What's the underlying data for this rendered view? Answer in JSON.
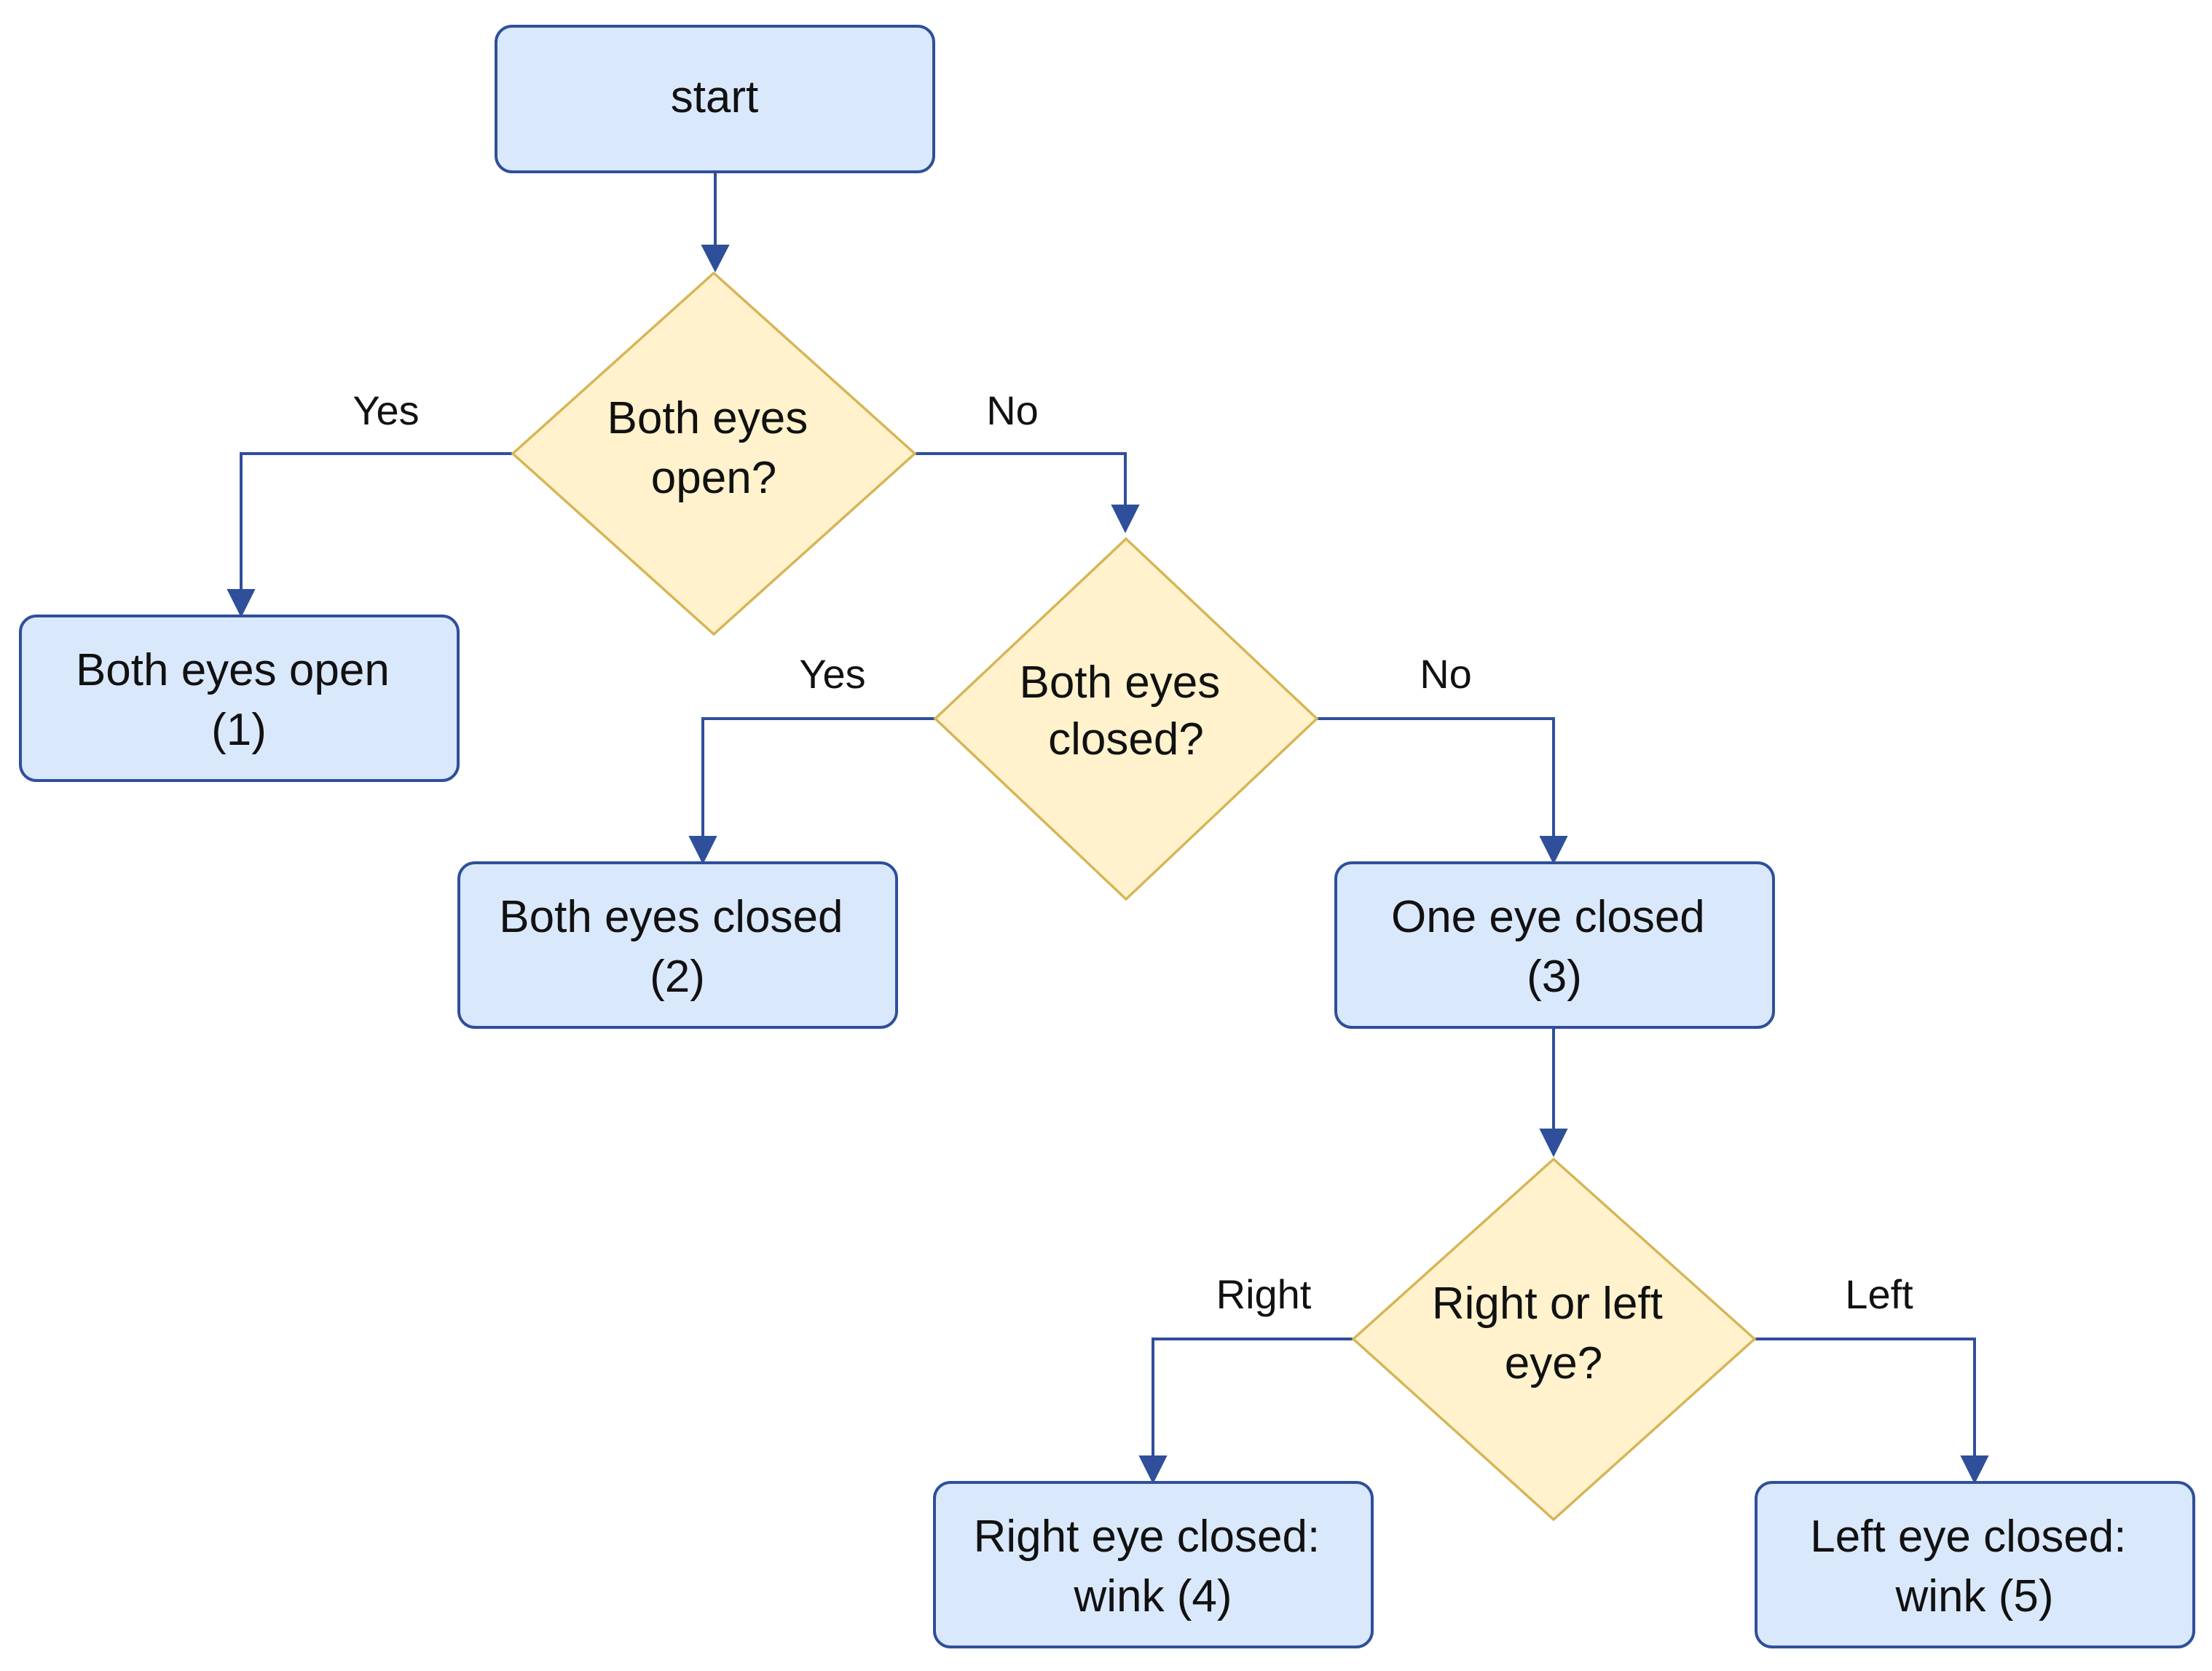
{
  "nodes": {
    "start": {
      "lines": [
        "start"
      ]
    },
    "decision_both_open": {
      "lines": [
        "Both eyes",
        "open?"
      ]
    },
    "both_open": {
      "lines": [
        "Both eyes open",
        "(1)"
      ]
    },
    "decision_both_closed": {
      "lines": [
        "Both eyes",
        "closed?"
      ]
    },
    "both_closed": {
      "lines": [
        "Both eyes closed",
        "(2)"
      ]
    },
    "one_closed": {
      "lines": [
        "One eye closed",
        "(3)"
      ]
    },
    "decision_right_left": {
      "lines": [
        "Right or left",
        "eye?"
      ]
    },
    "right_closed": {
      "lines": [
        "Right eye closed:",
        "wink (4)"
      ]
    },
    "left_closed": {
      "lines": [
        "Left eye closed:",
        "wink (5)"
      ]
    }
  },
  "edge_labels": {
    "open_yes": "Yes",
    "open_no": "No",
    "closed_yes": "Yes",
    "closed_no": "No",
    "side_right": "Right",
    "side_left": "Left"
  },
  "colors": {
    "process_fill": "#dae8fc",
    "process_stroke": "#2f4f9a",
    "decision_fill": "#fff2cc",
    "decision_stroke": "#d6b656",
    "connector": "#2f4f9a"
  }
}
